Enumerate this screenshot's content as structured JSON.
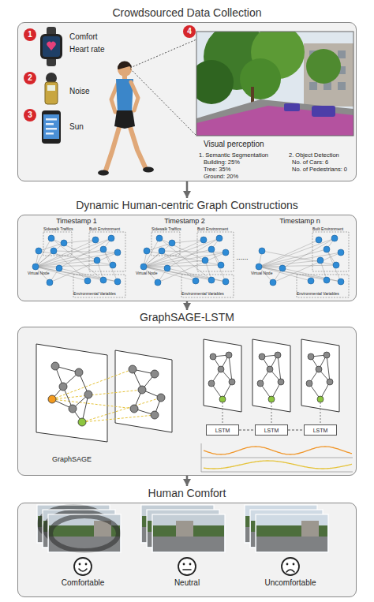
{
  "diagram": {
    "nodes": [
      {
        "text": [
          "Crowdsourced Data Collection"
        ]
      },
      {
        "text": [
          "1"
        ],
        "in": 0
      },
      {
        "text": [
          "2"
        ],
        "in": 0
      },
      {
        "text": [
          "3"
        ],
        "in": 0
      },
      {
        "text": [
          "4"
        ],
        "in": 0
      },
      {
        "text": [
          "Dynamic Human-centric Graph Constructions"
        ]
      },
      {
        "text": [
          "GraphSAGE-LSTM"
        ]
      },
      {
        "text": [
          "LSTM"
        ],
        "in": 6
      },
      {
        "text": [
          "LSTM"
        ],
        "in": 6
      },
      {
        "text": [
          "LSTM"
        ],
        "in": 6
      },
      {
        "text": [
          "Human Comfort"
        ]
      }
    ],
    "edges": [
      {
        "from": 0,
        "to": 5,
        "arrow": "to"
      },
      {
        "from": 5,
        "to": 6,
        "arrow": "to"
      },
      {
        "from": 6,
        "to": 10,
        "arrow": "to"
      },
      {
        "from": 7,
        "to": 8,
        "arrow": "none"
      },
      {
        "from": 8,
        "to": 9,
        "arrow": "none"
      }
    ],
    "labels": [
      "Comfort",
      "Heart rate",
      "Noise",
      "Sun",
      "Visual perception",
      "1. Semantic Segmentation",
      "Building: 25%",
      "Tree: 35%",
      "Ground: 20%",
      "2. Object Detection",
      "No. of Cars: 6",
      "No. of Pedestrians: 0",
      "Timestamp 1",
      "Timestamp 2",
      "......",
      "Timestamp n",
      "Sidewalk Traffics",
      "Built Environment",
      "Virtual Node",
      "Environmental Variables",
      "Sidewalk Traffics",
      "Built Environment",
      "Virtual Node",
      "Environmental Variables",
      "Built Environment",
      "Virtual Node",
      "Environmental Variables",
      "GraphSAGE",
      "Comfortable",
      "Neutral",
      "Uncomfortable"
    ]
  }
}
